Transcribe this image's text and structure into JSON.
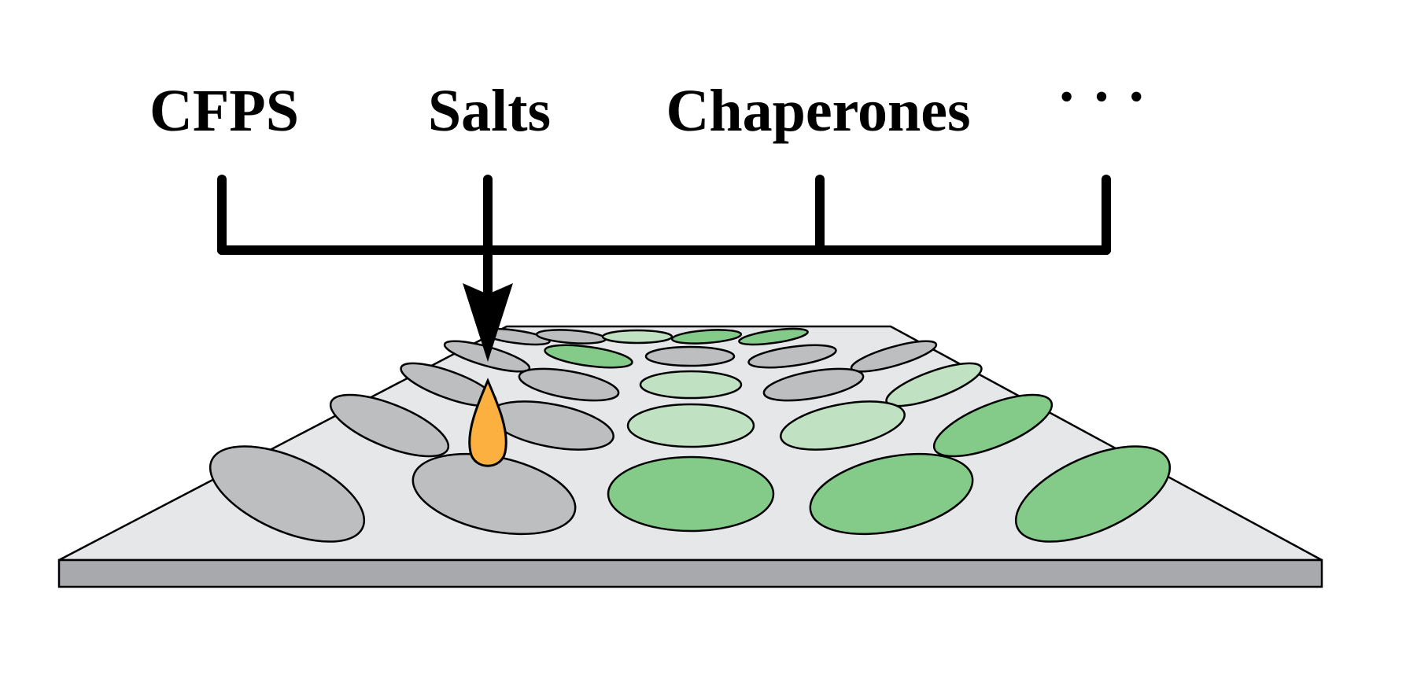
{
  "labels": {
    "cfps": "CFPS",
    "salts": "Salts",
    "chaperones": "Chaperones",
    "more": "· · ·"
  },
  "colors": {
    "plate_top": "#e6e7e8",
    "plate_side": "#a7a9ac",
    "well_gray": "#bcbec0",
    "well_light_green": "#c0e2c2",
    "well_green": "#84cb8a",
    "droplet": "#fbb040",
    "line": "#000000"
  },
  "plate": {
    "rows": [
      [
        "well_gray",
        "well_gray",
        "well_light_green",
        "well_green",
        "well_green"
      ],
      [
        "well_gray",
        "well_green",
        "well_gray",
        "well_gray",
        "well_gray"
      ],
      [
        "well_gray",
        "well_gray",
        "well_light_green",
        "well_gray",
        "well_light_green"
      ],
      [
        "well_gray",
        "well_gray",
        "well_light_green",
        "well_light_green",
        "well_green"
      ],
      [
        "well_gray",
        "well_gray",
        "well_green",
        "well_green",
        "well_green"
      ]
    ]
  },
  "icons": {
    "arrow": "down-arrow-icon",
    "droplet": "droplet-icon"
  }
}
